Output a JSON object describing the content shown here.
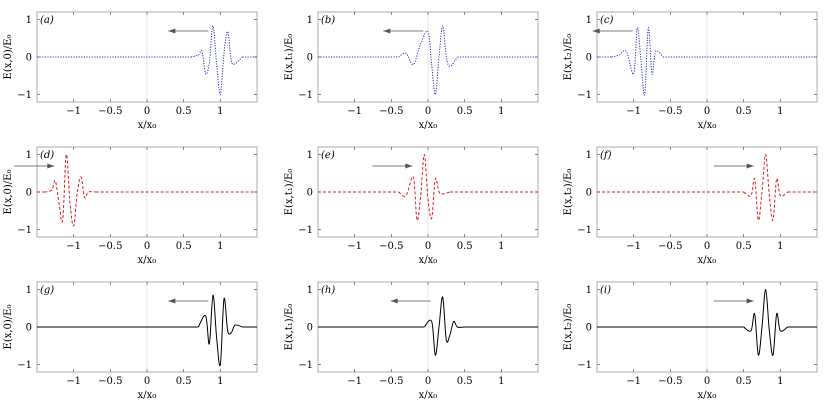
{
  "chart_data": [
    {
      "type": "line",
      "panel_label": "(a)",
      "ylabel": "E(x,0)/E₀",
      "xlabel": "x/x₀",
      "arrow_direction": "left",
      "xlim": [
        -1.5,
        1.5
      ],
      "ylim": [
        -1.2,
        1.2
      ],
      "xticks": [
        "−1",
        "−0.5",
        "0",
        "0.5",
        "1"
      ],
      "yticks": [
        "1",
        "0",
        "−1"
      ],
      "series": [
        {
          "style": "dotted",
          "color": "#2b2bd6",
          "x": [
            0.6,
            0.7,
            0.75,
            0.8,
            0.85,
            0.9,
            0.95,
            1.0,
            1.05,
            1.1,
            1.15,
            1.2,
            1.3
          ],
          "y": [
            0,
            0.05,
            0.15,
            -0.45,
            -0.15,
            0.83,
            -0.2,
            -1.0,
            0.1,
            0.68,
            -0.1,
            -0.18,
            0
          ]
        }
      ]
    },
    {
      "type": "line",
      "panel_label": "(b)",
      "ylabel": "E(x,t₁)/E₀",
      "xlabel": "x/x₀",
      "arrow_direction": "left",
      "xlim": [
        -1.5,
        1.5
      ],
      "ylim": [
        -1.2,
        1.2
      ],
      "xticks": [
        "−1",
        "−0.5",
        "0",
        "0.5",
        "1"
      ],
      "yticks": [
        "1",
        "0",
        "−1"
      ],
      "series": [
        {
          "style": "dotted",
          "color": "#2b2bd6",
          "x": [
            -0.4,
            -0.3,
            -0.2,
            -0.1,
            0.0,
            0.05,
            0.1,
            0.15,
            0.2,
            0.25,
            0.3,
            0.4
          ],
          "y": [
            0,
            0.1,
            -0.2,
            0.35,
            0.68,
            -0.2,
            -1.0,
            0.0,
            0.83,
            0.0,
            -0.25,
            0
          ]
        }
      ]
    },
    {
      "type": "line",
      "panel_label": "(c)",
      "ylabel": "E(x,t₂)/E₀",
      "xlabel": "x/x₀",
      "arrow_direction": "left",
      "xlim": [
        -1.5,
        1.5
      ],
      "ylim": [
        -1.2,
        1.2
      ],
      "xticks": [
        "−1",
        "−0.5",
        "0",
        "0.5",
        "1"
      ],
      "yticks": [
        "1",
        "0",
        "−1"
      ],
      "series": [
        {
          "style": "dotted",
          "color": "#2b2bd6",
          "x": [
            -1.3,
            -1.2,
            -1.1,
            -1.0,
            -0.95,
            -0.9,
            -0.85,
            -0.8,
            -0.75,
            -0.7,
            -0.6
          ],
          "y": [
            0,
            0.05,
            0.15,
            -0.45,
            0.78,
            -0.1,
            -1.0,
            0.78,
            -0.45,
            0.15,
            0
          ]
        }
      ]
    },
    {
      "type": "line",
      "panel_label": "(d)",
      "ylabel": "E(x,0)/E₀",
      "xlabel": "x/x₀",
      "arrow_direction": "right",
      "xlim": [
        -1.5,
        1.5
      ],
      "ylim": [
        -1.2,
        1.2
      ],
      "xticks": [
        "−1",
        "−0.5",
        "0",
        "0.5",
        "1"
      ],
      "yticks": [
        "1",
        "0",
        "−1"
      ],
      "series": [
        {
          "style": "dashed",
          "color": "#e02020",
          "x": [
            -1.4,
            -1.3,
            -1.25,
            -1.2,
            -1.15,
            -1.1,
            -1.05,
            -1.0,
            -0.95,
            -0.9,
            -0.85,
            -0.8,
            -0.7
          ],
          "y": [
            0,
            0.05,
            0.3,
            -0.3,
            -0.75,
            1.0,
            -0.3,
            -0.9,
            0.0,
            0.4,
            -0.15,
            0.0,
            0
          ]
        }
      ]
    },
    {
      "type": "line",
      "panel_label": "(e)",
      "ylabel": "E(x,t₁)/E₀",
      "xlabel": "x/x₀",
      "arrow_direction": "right",
      "xlim": [
        -1.5,
        1.5
      ],
      "ylim": [
        -1.2,
        1.2
      ],
      "xticks": [
        "−1",
        "−0.5",
        "0",
        "0.5",
        "1"
      ],
      "yticks": [
        "1",
        "0",
        "−1"
      ],
      "series": [
        {
          "style": "dashed",
          "color": "#e02020",
          "x": [
            -0.4,
            -0.3,
            -0.2,
            -0.15,
            -0.1,
            -0.05,
            0.0,
            0.05,
            0.1,
            0.15,
            0.2,
            0.3
          ],
          "y": [
            0,
            -0.1,
            0.4,
            -0.75,
            -0.1,
            1.0,
            -0.2,
            -0.7,
            0.35,
            0.0,
            -0.05,
            0
          ]
        }
      ]
    },
    {
      "type": "line",
      "panel_label": "(f)",
      "ylabel": "E(x,t₂)/E₀",
      "xlabel": "x/x₀",
      "arrow_direction": "right",
      "xlim": [
        -1.5,
        1.5
      ],
      "ylim": [
        -1.2,
        1.2
      ],
      "xticks": [
        "−1",
        "−0.5",
        "0",
        "0.5",
        "1"
      ],
      "yticks": [
        "1",
        "0",
        "−1"
      ],
      "series": [
        {
          "style": "dashed",
          "color": "#e02020",
          "x": [
            0.5,
            0.6,
            0.65,
            0.7,
            0.75,
            0.8,
            0.85,
            0.9,
            0.95,
            1.0,
            1.1
          ],
          "y": [
            0,
            -0.1,
            0.35,
            -0.75,
            0.0,
            1.0,
            -0.1,
            -0.75,
            0.35,
            -0.1,
            0
          ]
        }
      ]
    },
    {
      "type": "line",
      "panel_label": "(g)",
      "ylabel": "E(x,0)/E₀",
      "xlabel": "x/x₀",
      "arrow_direction": "left",
      "xlim": [
        -1.5,
        1.5
      ],
      "ylim": [
        -1.2,
        1.2
      ],
      "xticks": [
        "−1",
        "−0.5",
        "0",
        "0.5",
        "1"
      ],
      "yticks": [
        "1",
        "0",
        "−1"
      ],
      "series": [
        {
          "style": "solid",
          "color": "#000000",
          "x": [
            0.7,
            0.8,
            0.85,
            0.9,
            0.95,
            1.0,
            1.05,
            1.1,
            1.15,
            1.2,
            1.3
          ],
          "y": [
            0,
            0.3,
            -0.45,
            0.85,
            -0.3,
            -1.0,
            0.75,
            -0.1,
            -0.15,
            0.05,
            0
          ]
        }
      ]
    },
    {
      "type": "line",
      "panel_label": "(h)",
      "ylabel": "E(x,t₁)/E₀",
      "xlabel": "x/x₀",
      "arrow_direction": "left",
      "xlim": [
        -1.5,
        1.5
      ],
      "ylim": [
        -1.2,
        1.2
      ],
      "xticks": [
        "−1",
        "−0.5",
        "0",
        "0.5",
        "1"
      ],
      "yticks": [
        "1",
        "0",
        "−1"
      ],
      "series": [
        {
          "style": "solid",
          "color": "#000000",
          "x": [
            -0.05,
            0.05,
            0.1,
            0.15,
            0.2,
            0.25,
            0.3,
            0.35,
            0.4,
            0.5
          ],
          "y": [
            0,
            0.15,
            -0.75,
            0.0,
            0.8,
            -0.35,
            -0.2,
            0.15,
            0.0,
            0
          ]
        }
      ]
    },
    {
      "type": "line",
      "panel_label": "(i)",
      "ylabel": "E(x,t₂)/E₀",
      "xlabel": "x/x₀",
      "arrow_direction": "right",
      "xlim": [
        -1.5,
        1.5
      ],
      "ylim": [
        -1.2,
        1.2
      ],
      "xticks": [
        "−1",
        "−0.5",
        "0",
        "0.5",
        "1"
      ],
      "yticks": [
        "1",
        "0",
        "−1"
      ],
      "series": [
        {
          "style": "solid",
          "color": "#000000",
          "x": [
            0.5,
            0.6,
            0.65,
            0.7,
            0.75,
            0.8,
            0.85,
            0.9,
            0.95,
            1.0,
            1.1
          ],
          "y": [
            0,
            -0.1,
            0.35,
            -0.75,
            0.0,
            1.0,
            -0.1,
            -0.75,
            0.35,
            -0.1,
            0
          ]
        }
      ]
    }
  ]
}
